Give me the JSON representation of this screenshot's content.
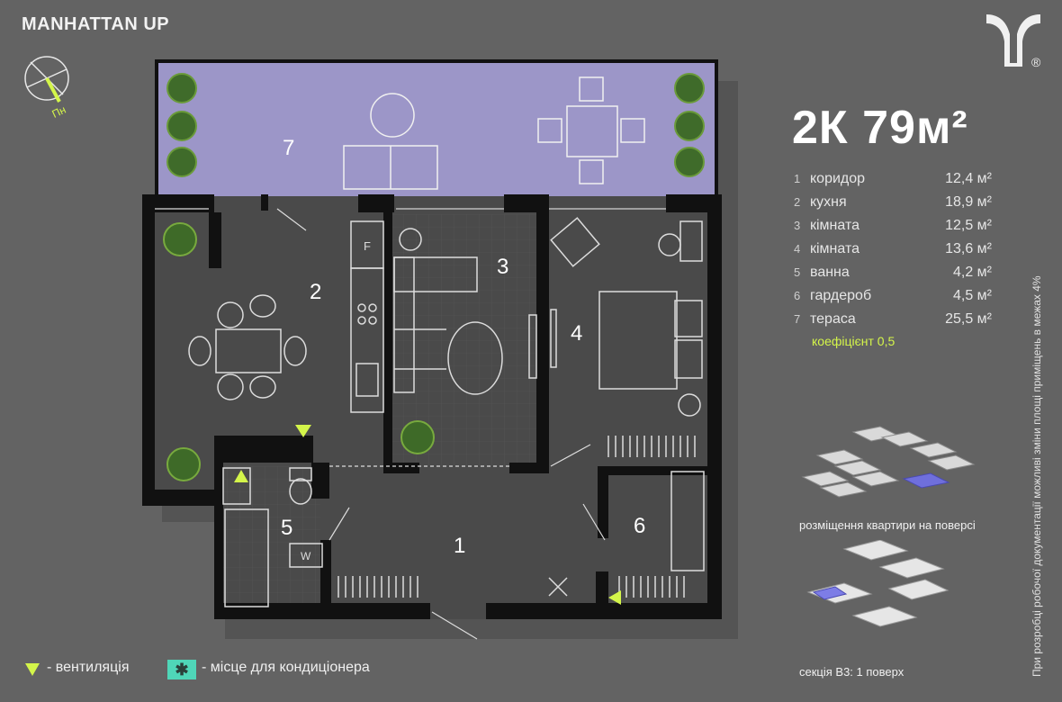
{
  "brand": {
    "name": "MANHATTAN UP"
  },
  "compass": {
    "label": "Пн"
  },
  "logo": {
    "mark": "®",
    "icon": "brand-logo-icon"
  },
  "apartment": {
    "title": "2К 79м²"
  },
  "rooms": [
    {
      "num": "1",
      "name": "коридор",
      "area": "12,4 м²"
    },
    {
      "num": "2",
      "name": "кухня",
      "area": "18,9 м²"
    },
    {
      "num": "3",
      "name": "кімната",
      "area": "12,5 м²"
    },
    {
      "num": "4",
      "name": "кімната",
      "area": "13,6 м²"
    },
    {
      "num": "5",
      "name": "ванна",
      "area": "4,2 м²"
    },
    {
      "num": "6",
      "name": "гардероб",
      "area": "4,5 м²"
    },
    {
      "num": "7",
      "name": "тераса",
      "area": "25,5 м²"
    }
  ],
  "coefficient": "коефіцієнт 0,5",
  "plan": {
    "labels": [
      "1",
      "2",
      "3",
      "4",
      "5",
      "6",
      "7"
    ],
    "fridge_mark": "F",
    "washer_mark": "W",
    "colors": {
      "terrace": "#9c96c8",
      "floor": "#4a4a4a",
      "wall": "#111111",
      "accent": "#d4f54a"
    }
  },
  "floor_map": {
    "caption": "розміщення квартири на поверсі"
  },
  "section_map": {
    "caption": "секція В3: 1 поверх"
  },
  "legend": {
    "ventilation": "- вентиляція",
    "ac_symbol": "✱",
    "ac": "- місце для кондиціонера"
  },
  "note": "При розробці робочої документації можливі зміни площі приміщень в межах 4%"
}
